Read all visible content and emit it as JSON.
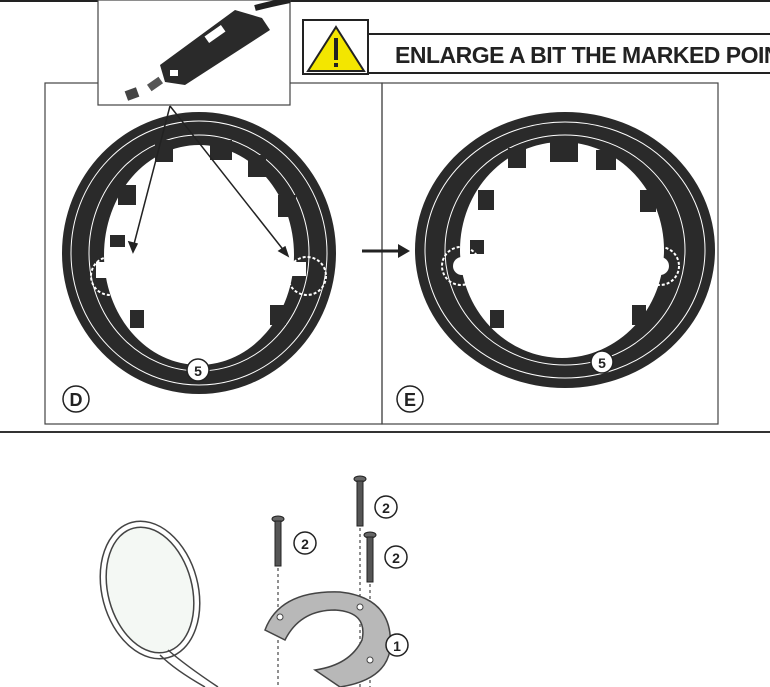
{
  "warning": {
    "icon": "warning-triangle-icon",
    "text": "ENLARGE A BIT THE MARKED POINTS",
    "icon_color": "#f3e600"
  },
  "panels": [
    {
      "label": "D",
      "part_number": "5"
    },
    {
      "label": "E",
      "part_number": "5"
    }
  ],
  "assembly": {
    "screw_labels": [
      "2",
      "2",
      "2"
    ],
    "bracket_label": "1"
  },
  "colors": {
    "ink": "#222222",
    "ring": "#2a2a2a"
  }
}
